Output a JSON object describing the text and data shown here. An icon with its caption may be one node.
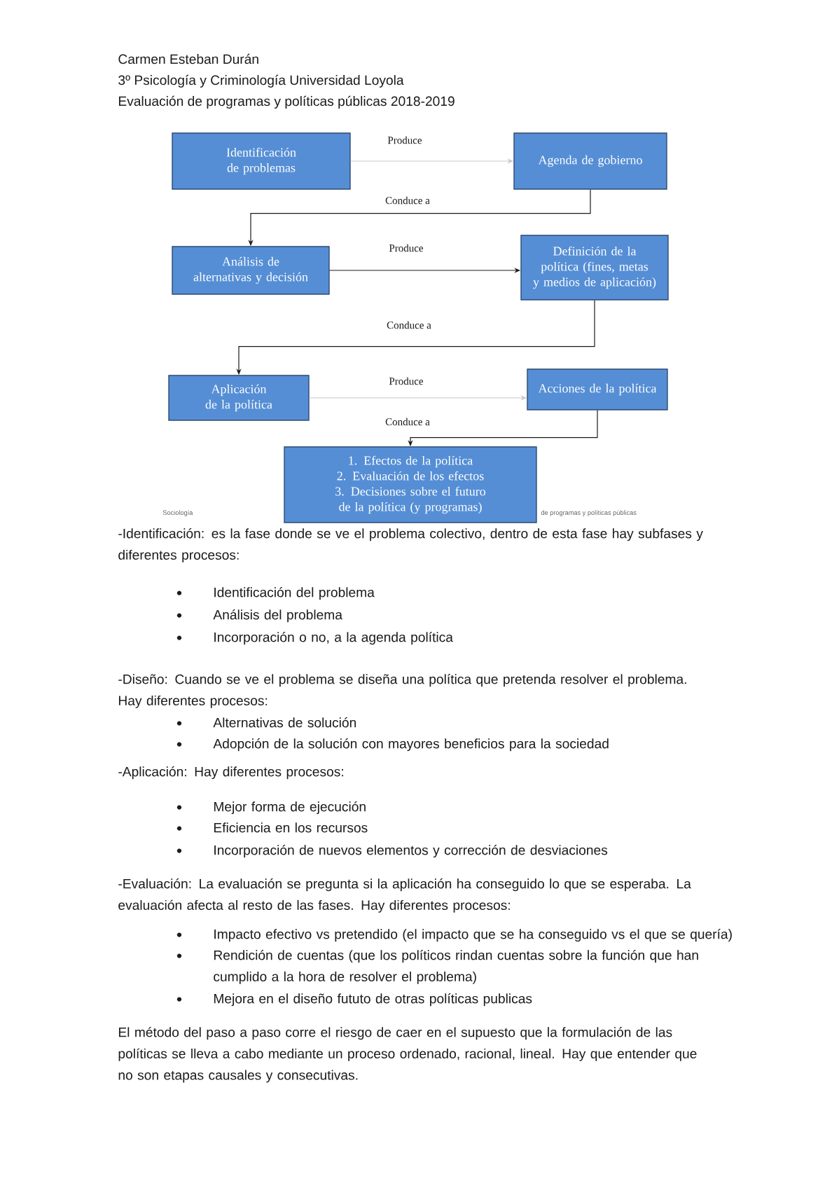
{
  "diagram": {
    "nodes": [
      {
        "text": [
          "Identificación de problemas"
        ]
      },
      {
        "text": [
          "Agenda de gobierno"
        ]
      },
      {
        "text": [
          "Análisis de alternativas y decisión"
        ]
      },
      {
        "text": [
          "Definición de la política (fines, metas y medios de aplicación)"
        ]
      },
      {
        "text": [
          "Aplicación de la política"
        ]
      },
      {
        "text": [
          "Acciones de la política"
        ]
      },
      {
        "text": [
          "1. Efectos de la política",
          "2. Evaluación de los efectos",
          "3. Decisiones sobre el futuro de la política (y programas)"
        ]
      }
    ],
    "edges": [
      {
        "from": 0,
        "to": 1,
        "arrow": "to",
        "label": "Produce",
        "color": "#c8c8c8"
      },
      {
        "from": 1,
        "to": 2,
        "arrow": "to",
        "label": "Conduce a"
      },
      {
        "from": 2,
        "to": 3,
        "arrow": "to",
        "label": "Produce"
      },
      {
        "from": 3,
        "to": 4,
        "arrow": "to",
        "label": "Conduce a"
      },
      {
        "from": 4,
        "to": 5,
        "arrow": "to",
        "label": "Produce",
        "color": "#c8c8c8"
      },
      {
        "from": 5,
        "to": 6,
        "arrow": "to",
        "label": "Conduce a"
      }
    ],
    "labels": [
      "Carmen Esteban Durán",
      "3º Psicología y Criminología Universidad Loyola",
      "Evaluación de programas y políticas públicas 2018-2019",
      "Sociología",
      "de programas y políticas públicas",
      "-Identificación: es la fase donde se ve el problema colectivo, dentro de esta fase hay subfases y diferentes procesos:",
      "Identificación del problema",
      "Análisis del problema",
      "Incorporación o no, a la agenda política",
      "-Diseño: Cuando se ve el problema se diseña una política que pretenda resolver el problema. Hay diferentes procesos:",
      "Alternativas de solución",
      "Adopción de la solución con mayores beneficios para la sociedad",
      "-Aplicación: Hay diferentes procesos:",
      "Mejor forma de ejecución",
      "Eficiencia en los recursos",
      "Incorporación de nuevos elementos y corrección de desviaciones",
      "-Evaluación: La evaluación se pregunta si la aplicación ha conseguido lo que se esperaba. La evaluación afecta al resto de las fases. Hay diferentes procesos:",
      "Impacto efectivo vs pretendido (el impacto que se ha conseguido vs el que se quería)",
      "Rendición de cuentas (que los políticos rindan cuentas sobre la función que han cumplido a la hora de resolver el problema)",
      "Mejora en el diseño fututo de otras políticas publicas",
      "El método del paso a paso corre el riesgo de caer en el supuesto que la formulación de las políticas se lleva a cabo mediante un proceso ordenado, racional, lineal. Hay que entender que no son etapas causales y consecutivas."
    ]
  }
}
